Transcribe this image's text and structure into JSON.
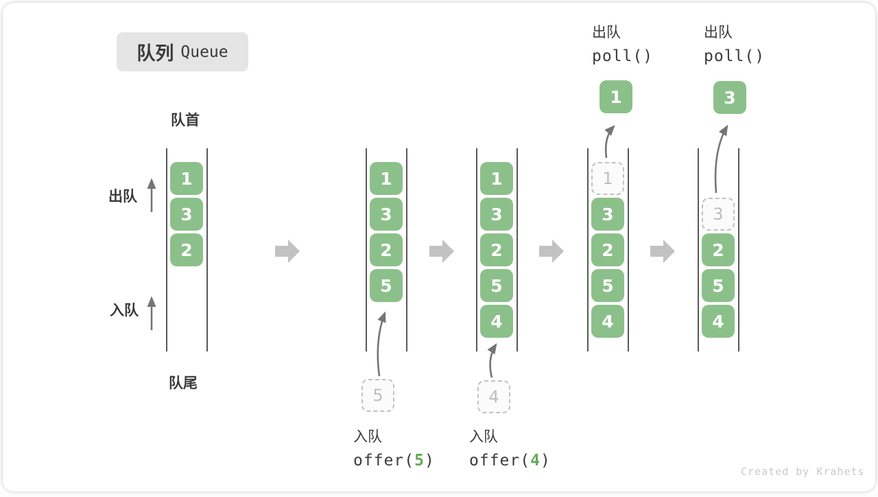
{
  "badge": {
    "title_zh": "队列",
    "title_en": "Queue"
  },
  "labels": {
    "front": "队首",
    "rear": "队尾",
    "dequeue_side": "出队",
    "enqueue_side": "入队"
  },
  "top_operations": [
    {
      "label": "出队",
      "code": "poll()"
    },
    {
      "label": "出队",
      "code": "poll()"
    }
  ],
  "bottom_operations": [
    {
      "label": "入队",
      "fn": "offer(",
      "arg": "5",
      "close": ")"
    },
    {
      "label": "入队",
      "fn": "offer(",
      "arg": "4",
      "close": ")"
    }
  ],
  "states": [
    {
      "name": "initial",
      "boxes": [
        {
          "value": "1",
          "slot": 0
        },
        {
          "value": "3",
          "slot": 1
        },
        {
          "value": "2",
          "slot": 2
        }
      ]
    },
    {
      "name": "after-offer-5",
      "boxes": [
        {
          "value": "1",
          "slot": 0
        },
        {
          "value": "3",
          "slot": 1
        },
        {
          "value": "2",
          "slot": 2
        },
        {
          "value": "5",
          "slot": 3
        }
      ],
      "incoming": {
        "value": "5"
      }
    },
    {
      "name": "after-offer-4",
      "boxes": [
        {
          "value": "1",
          "slot": 0
        },
        {
          "value": "3",
          "slot": 1
        },
        {
          "value": "2",
          "slot": 2
        },
        {
          "value": "5",
          "slot": 3
        },
        {
          "value": "4",
          "slot": 4
        }
      ],
      "incoming": {
        "value": "4"
      }
    },
    {
      "name": "after-poll-1",
      "boxes": [
        {
          "value": "1",
          "slot": 0,
          "dashed": true
        },
        {
          "value": "3",
          "slot": 1
        },
        {
          "value": "2",
          "slot": 2
        },
        {
          "value": "5",
          "slot": 3
        },
        {
          "value": "4",
          "slot": 4
        }
      ],
      "outgoing": {
        "value": "1"
      }
    },
    {
      "name": "after-poll-3",
      "boxes": [
        {
          "value": "3",
          "slot": 1,
          "dashed": true
        },
        {
          "value": "2",
          "slot": 2
        },
        {
          "value": "5",
          "slot": 3
        },
        {
          "value": "4",
          "slot": 4
        }
      ],
      "outgoing": {
        "value": "3"
      }
    }
  ],
  "colors": {
    "box_green": "#8cc08a",
    "digit_green": "#67a957",
    "block_arrow": "#c2c2c2",
    "thin_arrow": "#757575"
  },
  "watermark": "Created by Krahets"
}
